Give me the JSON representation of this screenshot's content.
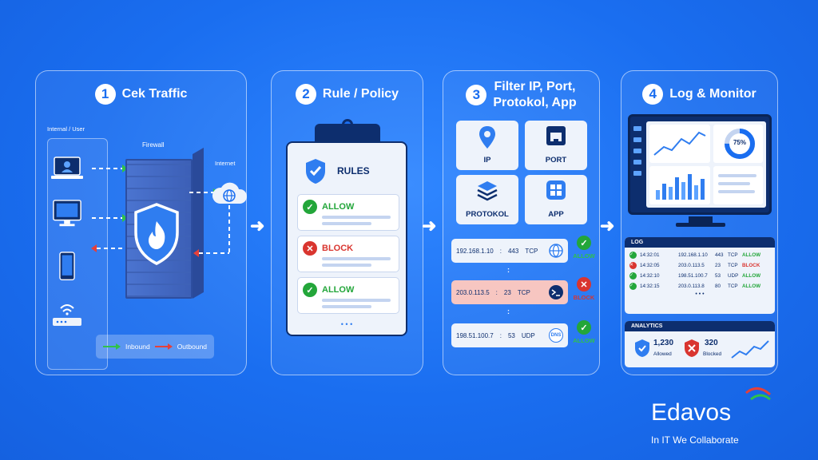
{
  "steps": [
    {
      "num": "1",
      "title": "Cek Traffic"
    },
    {
      "num": "2",
      "title": "Rule / Policy"
    },
    {
      "num": "3",
      "title_line1": "Filter IP, Port,",
      "title_line2": "Protokol, App"
    },
    {
      "num": "4",
      "title": "Log & Monitor"
    }
  ],
  "traffic": {
    "internal_label": "Internal / User",
    "firewall_label": "Firewall",
    "internet_label": "Internet",
    "legend_inbound": "Inbound",
    "legend_outbound": "Outbound",
    "colors": {
      "inbound": "#2fc24a",
      "outbound": "#e5403a"
    },
    "devices": [
      "laptop-icon",
      "desktop-icon",
      "smartphone-icon",
      "router-icon"
    ]
  },
  "rules": {
    "title": "RULES",
    "items": [
      {
        "label": "ALLOW",
        "status": "allow"
      },
      {
        "label": "BLOCK",
        "status": "block"
      },
      {
        "label": "ALLOW",
        "status": "allow"
      }
    ],
    "more": "• • •"
  },
  "filters": {
    "tiles": [
      {
        "label": "IP",
        "icon": "location-pin-icon"
      },
      {
        "label": "PORT",
        "icon": "ethernet-port-icon"
      },
      {
        "label": "PROTOKOL",
        "icon": "layers-icon"
      },
      {
        "label": "APP",
        "icon": "app-grid-icon"
      }
    ],
    "connections": [
      {
        "ip": "192.168.1.10",
        "sep": ":",
        "port": "443",
        "proto": "TCP",
        "badge_icon": "globe-icon",
        "verdict": "ALLOW"
      },
      {
        "ip": "203.0.113.5",
        "sep": ":",
        "port": "23",
        "proto": "TCP",
        "badge_icon": "terminal-icon",
        "verdict": "BLOCK"
      },
      {
        "ip": "198.51.100.7",
        "sep": ":",
        "port": "53",
        "proto": "UDP",
        "badge_text": "DNS",
        "verdict": "ALLOW"
      }
    ],
    "separator": ":"
  },
  "monitor": {
    "gauge": "75%",
    "log_title": "LOG",
    "log_rows": [
      {
        "time": "14:32:01",
        "ip": "192.168.1.10",
        "port": "443",
        "proto": "TCP",
        "action": "ALLOW"
      },
      {
        "time": "14:32:05",
        "ip": "203.0.113.5",
        "port": "23",
        "proto": "TCP",
        "action": "BLOCK"
      },
      {
        "time": "14:32:10",
        "ip": "198.51.100.7",
        "port": "53",
        "proto": "UDP",
        "action": "ALLOW"
      },
      {
        "time": "14:32:15",
        "ip": "203.0.113.8",
        "port": "80",
        "proto": "TCP",
        "action": "ALLOW"
      }
    ],
    "log_more": "• • •",
    "analytics_title": "ANALYTICS",
    "allowed_count": "1,230",
    "allowed_label": "Allowed",
    "blocked_count": "320",
    "blocked_label": "Blocked"
  },
  "brand": {
    "name": "Edavos",
    "tagline": "In IT We Collaborate"
  },
  "colors": {
    "allow": "#23a63a",
    "block": "#d9352f",
    "navy": "#0d2e6e"
  }
}
